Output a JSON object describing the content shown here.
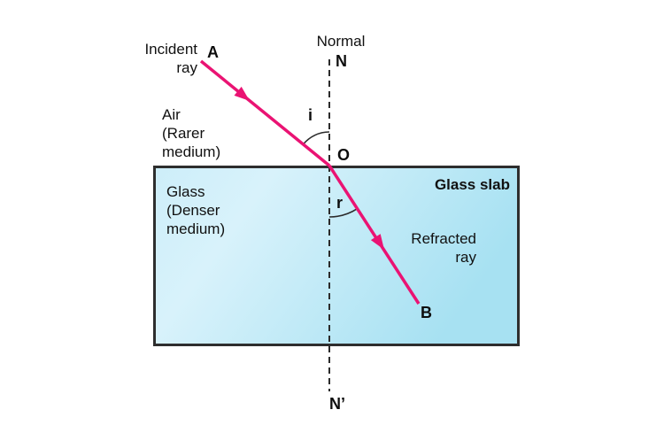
{
  "diagram": {
    "labels": {
      "incident_ray": "Incident\nray",
      "point_a": "A",
      "normal": "Normal",
      "point_n": "N",
      "air_medium": "Air\n(Rarer\nmedium)",
      "angle_incidence": "i",
      "point_o": "O",
      "glass_slab": "Glass slab",
      "glass_medium": "Glass\n(Denser\nmedium)",
      "angle_refraction": "r",
      "refracted_ray": "Refracted\nray",
      "point_b": "B",
      "point_n_prime": "N’"
    },
    "colors": {
      "ray": "#ea1373",
      "line": "#2b2b2b",
      "slab_border": "#2e2e2e",
      "slab_fill_light_start": "#cdeef9",
      "slab_fill_light_mid": "#d8f2fb",
      "slab_fill_dark_end": "#a7e1f2",
      "text": "#111111"
    }
  }
}
